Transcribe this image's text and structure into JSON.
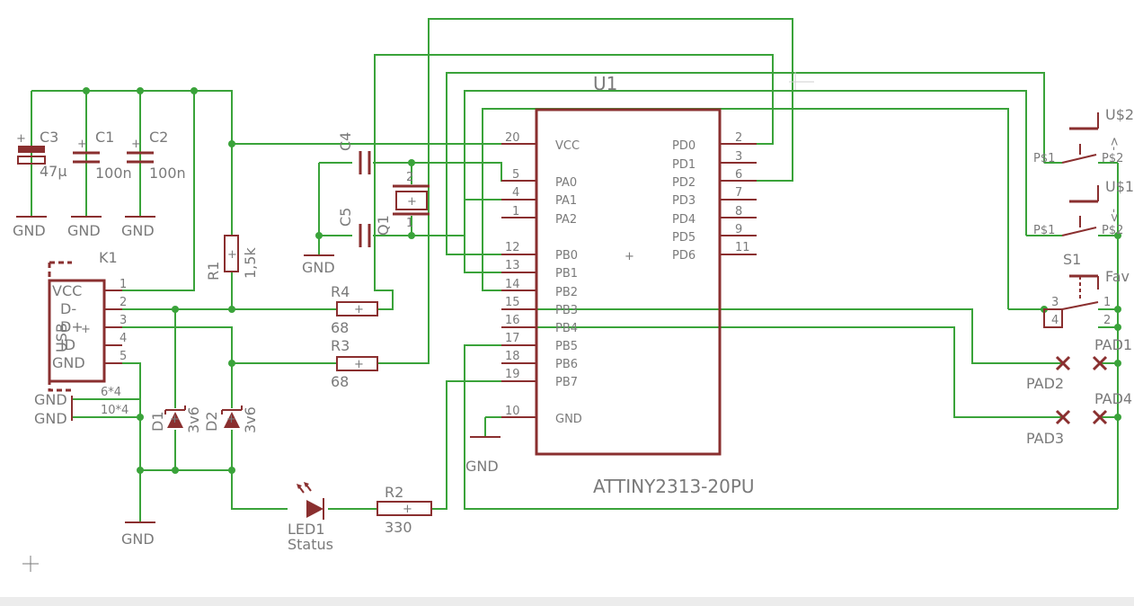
{
  "components": {
    "c3": {
      "name": "C3",
      "value": "47µ"
    },
    "c1": {
      "name": "C1",
      "value": "100n"
    },
    "c2": {
      "name": "C2",
      "value": "100n"
    },
    "c4": {
      "name": "C4"
    },
    "c5": {
      "name": "C5"
    },
    "q1": {
      "name": "Q1"
    },
    "r1": {
      "name": "R1",
      "value": "1,5k"
    },
    "r2": {
      "name": "R2",
      "value": "330"
    },
    "r3": {
      "name": "R3",
      "value": "68"
    },
    "r4": {
      "name": "R4",
      "value": "68"
    },
    "d1": {
      "name": "D1",
      "value": "3v6"
    },
    "d2": {
      "name": "D2",
      "value": "3v6"
    },
    "led1": {
      "name": "LED1",
      "value": "Status"
    },
    "k1": {
      "name": "K1",
      "label": "USB",
      "pins": [
        "VCC",
        "D-",
        "D+",
        "ID",
        "GND"
      ],
      "pin_numbers": [
        "1",
        "2",
        "3",
        "4",
        "5"
      ],
      "shield": [
        "GND",
        "GND"
      ],
      "shield_numbers": [
        "6*4",
        "10*4"
      ]
    },
    "u1": {
      "name": "U1",
      "part": "ATTINY2313-20PU",
      "left_pins": [
        {
          "num": "20",
          "name": "VCC"
        },
        {
          "num": "5",
          "name": "PA0"
        },
        {
          "num": "4",
          "name": "PA1"
        },
        {
          "num": "1",
          "name": "PA2"
        },
        {
          "num": "12",
          "name": "PB0"
        },
        {
          "num": "13",
          "name": "PB1"
        },
        {
          "num": "14",
          "name": "PB2"
        },
        {
          "num": "15",
          "name": "PB3"
        },
        {
          "num": "16",
          "name": "PB4"
        },
        {
          "num": "17",
          "name": "PB5"
        },
        {
          "num": "18",
          "name": "PB6"
        },
        {
          "num": "19",
          "name": "PB7"
        },
        {
          "num": "10",
          "name": "GND"
        }
      ],
      "right_pins": [
        {
          "num": "2",
          "name": "PD0"
        },
        {
          "num": "3",
          "name": "PD1"
        },
        {
          "num": "6",
          "name": "PD2"
        },
        {
          "num": "7",
          "name": "PD3"
        },
        {
          "num": "8",
          "name": "PD4"
        },
        {
          "num": "9",
          "name": "PD5"
        },
        {
          "num": "11",
          "name": "PD6"
        }
      ]
    },
    "u2": {
      "name": "U$2",
      "arrow": "<-",
      "pin_a": "P$1",
      "pin_b": "P$2"
    },
    "u1sw": {
      "name": "U$1",
      "arrow": "->",
      "pin_a": "P$1",
      "pin_b": "P$2"
    },
    "s1": {
      "name": "S1",
      "value": "Fav",
      "pins": [
        "3",
        "4",
        "1",
        "2"
      ]
    },
    "pads": [
      "PAD1",
      "PAD2",
      "PAD3",
      "PAD4"
    ]
  },
  "gnd_label": "GND"
}
